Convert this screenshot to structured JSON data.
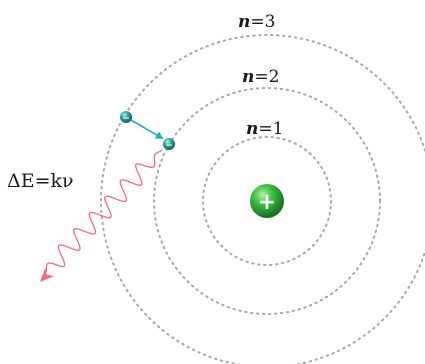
{
  "orbits": [
    {
      "variable": "n",
      "equals": "=",
      "number": "1"
    },
    {
      "variable": "n",
      "equals": "=",
      "number": "2"
    },
    {
      "variable": "n",
      "equals": "=",
      "number": "3"
    }
  ],
  "nucleus": {
    "sign": "+",
    "color": "#1f9a2c"
  },
  "electron": {
    "sign": "−",
    "color": "#1a8f86"
  },
  "transition_arrow_color": "#1fb3b3",
  "photon": {
    "label": "ΔE=kν",
    "color": "#f26b80"
  },
  "orbit_color": "#a8a8a8"
}
